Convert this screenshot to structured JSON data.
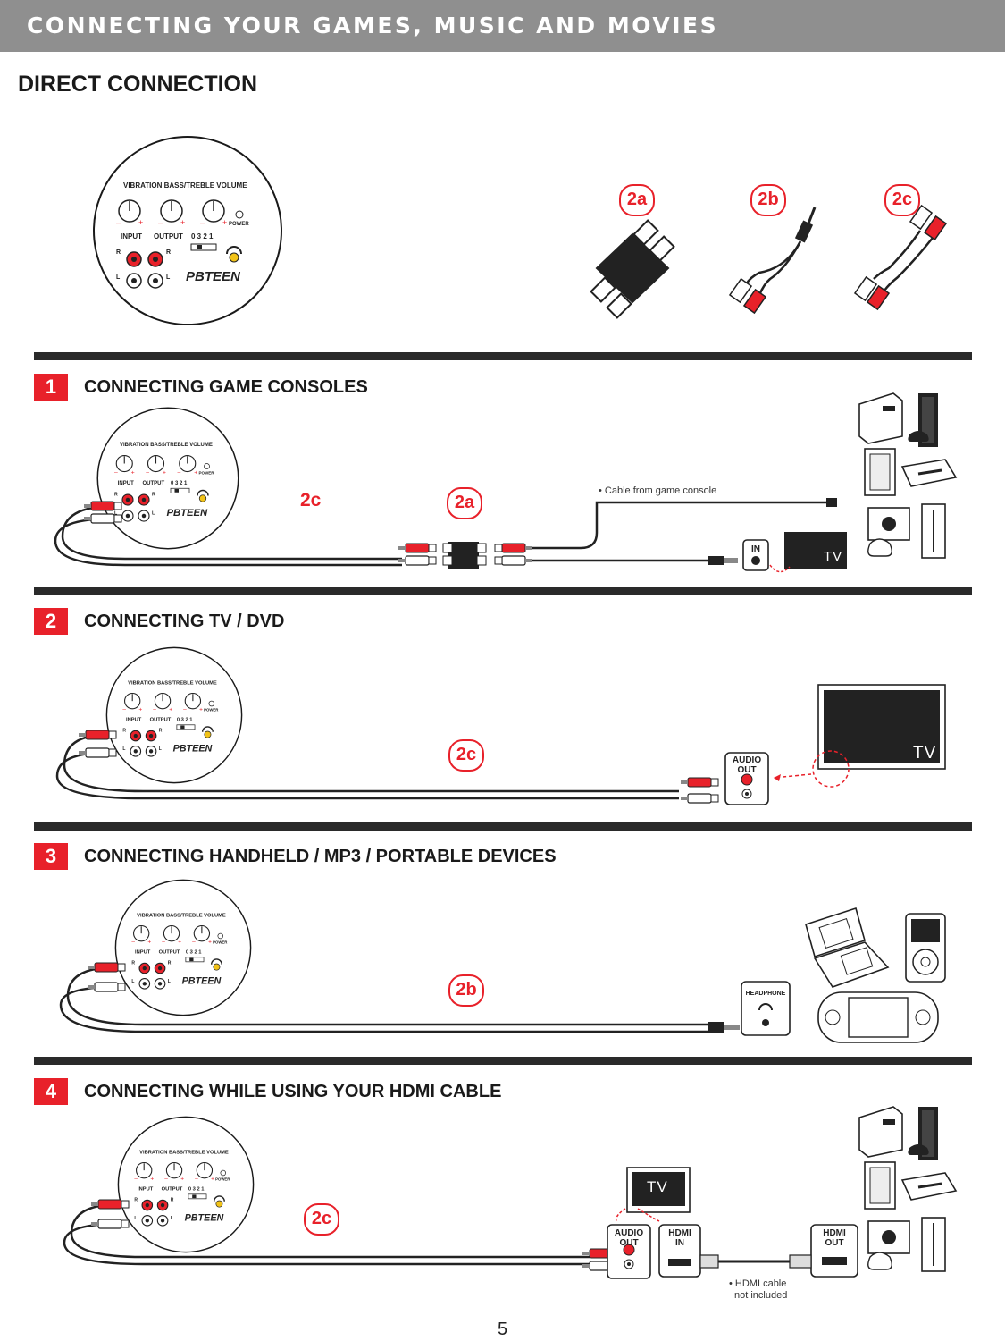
{
  "header": {
    "title": "CONNECTING YOUR GAMES, MUSIC AND MOVIES",
    "subtitle": "DIRECT CONNECTION"
  },
  "panel": {
    "knobs": "VIBRATION   BASS/TREBLE   VOLUME",
    "power": "POWER",
    "input": "INPUT",
    "output": "OUTPUT",
    "levels": "0  3  2  1",
    "right": "R",
    "left": "L",
    "brand": "PBTEEN"
  },
  "cables": {
    "a": "2a",
    "b": "2b",
    "c": "2c"
  },
  "sections": [
    {
      "number": "1",
      "title": "CONNECTING GAME CONSOLES",
      "note": "• Cable from game console",
      "port": "IN",
      "tv": "TV"
    },
    {
      "number": "2",
      "title": "CONNECTING TV / DVD",
      "port": "AUDIO OUT",
      "tv": "TV"
    },
    {
      "number": "3",
      "title": "CONNECTING HANDHELD / MP3 / PORTABLE DEVICES",
      "port": "HEADPHONE"
    },
    {
      "number": "4",
      "title": "CONNECTING WHILE USING YOUR HDMI CABLE",
      "port_audio": "AUDIO OUT",
      "port_hdmi_in": "HDMI IN",
      "port_hdmi_out": "HDMI OUT",
      "tv": "TV",
      "note_line1": "• HDMI cable",
      "note_line2": "not included"
    }
  ],
  "page_number": "5",
  "colors": {
    "accent": "#e8212a",
    "banner": "#8f8f8f",
    "rule": "#2a2a2a"
  }
}
